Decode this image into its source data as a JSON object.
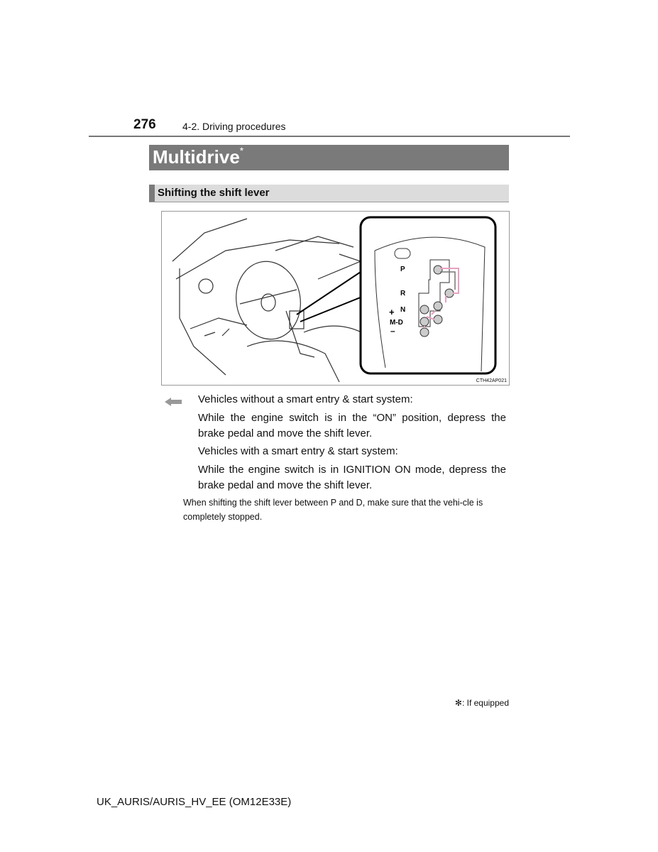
{
  "header": {
    "page_number": "276",
    "section": "4-2. Driving procedures"
  },
  "title": {
    "text": "Multidrive",
    "asterisk": "*"
  },
  "subheading": "Shifting the shift lever",
  "figure": {
    "code": "CTH42AP021",
    "labels": {
      "p": "P",
      "r": "R",
      "n": "N",
      "d": "M-D",
      "plus": "+",
      "minus": "–"
    },
    "icon": "arrow-left-icon"
  },
  "body": [
    "Vehicles without a smart entry & start system:",
    "While the engine switch is in the “ON” position, depress the brake pedal and move the shift lever.",
    "Vehicles with a smart entry & start system:",
    "While the engine switch is in IGNITION ON mode, depress the brake pedal and move the shift lever."
  ],
  "note": "When shifting the shift lever between P and D, make sure that the vehi-cle is completely stopped.",
  "footnote": "✻: If equipped",
  "footer_code": "UK_AURIS/AURIS_HV_EE (OM12E33E)",
  "colors": {
    "title_bar": "#7a7a7a",
    "subheading_bar": "#dcdcdc",
    "arrow_path": "#e8a0c0"
  }
}
